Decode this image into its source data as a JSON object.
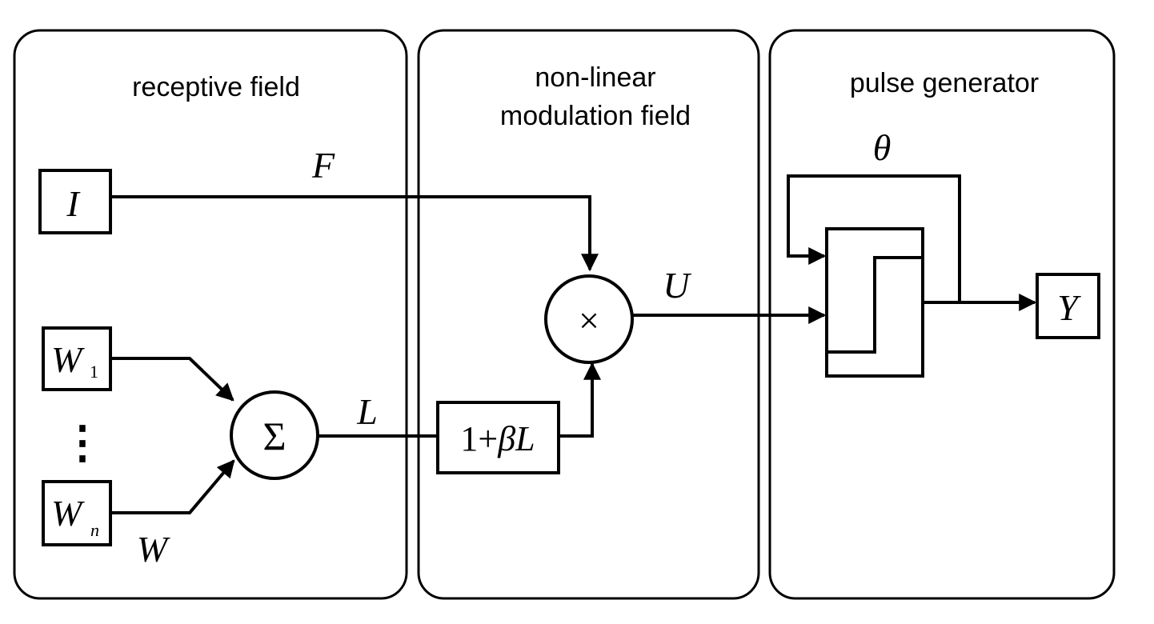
{
  "panels": {
    "receptive": {
      "title": "receptive field"
    },
    "modulation": {
      "title_line1": "non-linear",
      "title_line2": "modulation field"
    },
    "pulse": {
      "title": "pulse generator"
    }
  },
  "symbols": {
    "input": "I",
    "weight_1_main": "W",
    "weight_1_sub": "1",
    "weight_n_main": "W",
    "weight_n_sub": "n",
    "weights": "W",
    "dots": "⋮",
    "feeding": "F",
    "linking": "L",
    "sum": "Σ",
    "modulation_one_plus": "1+",
    "modulation_beta": "β",
    "modulation_L": "L",
    "multiply": "×",
    "internal_activity": "U",
    "threshold": "θ",
    "output": "Y"
  }
}
